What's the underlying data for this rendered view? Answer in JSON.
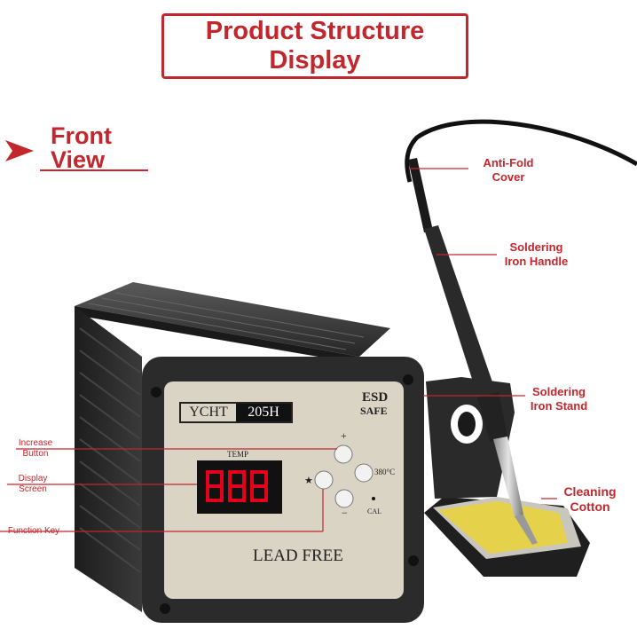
{
  "header": {
    "title": "Product Structure Display"
  },
  "section": {
    "label": "Front View"
  },
  "panel": {
    "brand": "YCHT",
    "model": "205H",
    "esd_line1": "ESD",
    "esd_line2": "SAFE",
    "temp_label": "TEMP",
    "plus": "+",
    "minus": "−",
    "star": "★",
    "temp_preset": "380°C",
    "cal": "CAL",
    "lead_free": "LEAD FREE"
  },
  "callouts": {
    "anti_fold": "Anti-Fold\nCover",
    "handle": "Soldering\nIron Handle",
    "stand": "Soldering\nIron Stand",
    "cleaning": "Cleaning\nCotton",
    "increase": "Increase\nButton",
    "display": "Display\nScreen",
    "function_key": "Function Key"
  },
  "colors": {
    "accent": "#c1272d",
    "body": "#2b2b2b",
    "panel": "#d9d4c3",
    "sponge": "#e6d24a",
    "led": "#e3001b"
  }
}
